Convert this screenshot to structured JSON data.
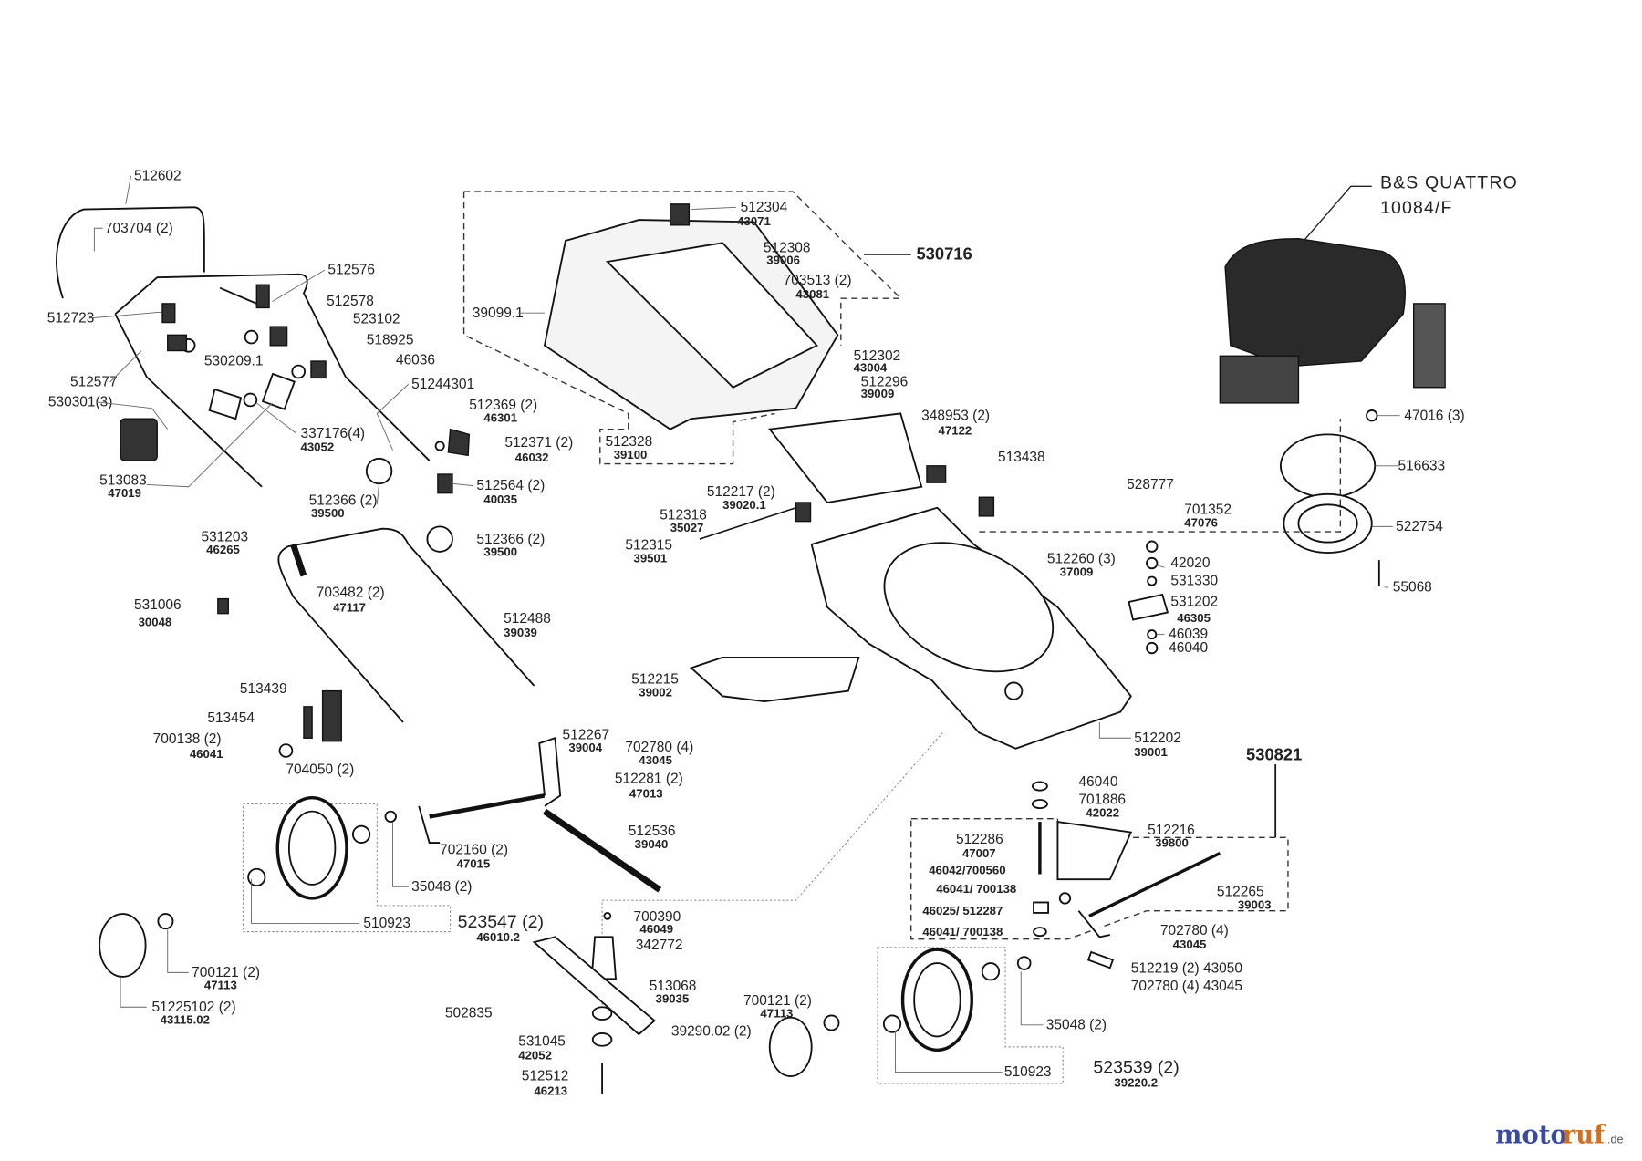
{
  "engine": {
    "model": "B&S  QUATTRO",
    "code": "10084/F"
  },
  "assemblies": {
    "grass_catcher": "530716",
    "rear_flap": "530821",
    "rear_wheel_set": "523547 (2)",
    "rear_wheel_set_sub": "46010.2",
    "front_wheel_set": "523539 (2)",
    "front_wheel_set_sub": "39220.2"
  },
  "logo": {
    "brand_a": "moto",
    "brand_b": "ruf",
    "tld": ".de"
  },
  "callouts": [
    {
      "main": "512602"
    },
    {
      "main": "703704 (2)"
    },
    {
      "main": "512576"
    },
    {
      "main": "512578"
    },
    {
      "main": "523102"
    },
    {
      "main": "512723"
    },
    {
      "main": "518925"
    },
    {
      "main": "46036"
    },
    {
      "main": "512577"
    },
    {
      "main": "530209.1"
    },
    {
      "main": "51244301"
    },
    {
      "main": "530301(3)"
    },
    {
      "main": "512369 (2)",
      "sub": "46301"
    },
    {
      "main": "337176(4)",
      "sub": "43052"
    },
    {
      "main": "512371 (2)",
      "sub": "46032"
    },
    {
      "main": "513083",
      "sub": "47019"
    },
    {
      "main": "512366 (2)",
      "sub": "39500"
    },
    {
      "main": "512564 (2)",
      "sub": "40035"
    },
    {
      "main": "531203",
      "sub": "46265"
    },
    {
      "main": "512366 (2)",
      "sub": "39500"
    },
    {
      "main": "703482 (2)",
      "sub": "47117"
    },
    {
      "main": "531006",
      "sub": "30048"
    },
    {
      "main": "512488",
      "sub": "39039"
    },
    {
      "main": "513439"
    },
    {
      "main": "513454"
    },
    {
      "main": "700138 (2)",
      "sub": "46041"
    },
    {
      "main": "704050 (2)"
    },
    {
      "main": "512304",
      "sub": "43071"
    },
    {
      "main": "512308",
      "sub": "39006"
    },
    {
      "main": "703513 (2)",
      "sub": "43081"
    },
    {
      "main": "39099.1"
    },
    {
      "main": "512302",
      "sub": "43004"
    },
    {
      "main": "512296",
      "sub": "39009"
    },
    {
      "main": "348953 (2)",
      "sub": "47122"
    },
    {
      "main": "512328",
      "sub": "39100"
    },
    {
      "main": "512217 (2)",
      "sub": "39020.1"
    },
    {
      "main": "512318",
      "sub": "35027"
    },
    {
      "main": "512315",
      "sub": "39501"
    },
    {
      "main": "513438"
    },
    {
      "main": "528777"
    },
    {
      "main": "701352",
      "sub": "47076"
    },
    {
      "main": "512260 (3)",
      "sub": "37009"
    },
    {
      "main": "42020"
    },
    {
      "main": "531330"
    },
    {
      "main": "531202",
      "sub": "46305"
    },
    {
      "main": "46039"
    },
    {
      "main": "46040"
    },
    {
      "main": "512215",
      "sub": "39002"
    },
    {
      "main": "512202",
      "sub": "39001"
    },
    {
      "main": "702780 (4)",
      "sub": "43045"
    },
    {
      "main": "47016 (3)"
    },
    {
      "main": "516633"
    },
    {
      "main": "522754"
    },
    {
      "main": "55068"
    },
    {
      "main": "512267",
      "sub": "39004"
    },
    {
      "main": "512281 (2)",
      "sub": "47013"
    },
    {
      "main": "512536",
      "sub": "39040"
    },
    {
      "main": "702160 (2)",
      "sub": "47015"
    },
    {
      "main": "35048 (2)"
    },
    {
      "main": "510923"
    },
    {
      "main": "700390",
      "sub": "46049"
    },
    {
      "main": "342772"
    },
    {
      "main": "513068",
      "sub": "39035"
    },
    {
      "main": "502835"
    },
    {
      "main": "531045",
      "sub": "42052"
    },
    {
      "main": "512512",
      "sub": "46213"
    },
    {
      "main": "700121 (2)",
      "sub": "47113"
    },
    {
      "main": "51225102 (2)",
      "sub": "43115.02"
    },
    {
      "main": "700121 (2)",
      "sub": "47113"
    },
    {
      "main": "39290.02 (2)"
    },
    {
      "main": "46040"
    },
    {
      "main": "701886",
      "sub": "42022"
    },
    {
      "main": "512216",
      "sub": "39800"
    },
    {
      "main": "512286",
      "sub": "47007"
    },
    {
      "main": "46042/700560"
    },
    {
      "main": "46041/ 700138"
    },
    {
      "main": "512265",
      "sub": "39003"
    },
    {
      "main": "46025/ 512287"
    },
    {
      "main": "46041/ 700138"
    },
    {
      "main": "702780 (4)",
      "sub": "43045"
    },
    {
      "main": "512219 (2) 43050"
    },
    {
      "main": "702780 (4) 43045"
    },
    {
      "main": "35048 (2)"
    },
    {
      "main": "510923"
    }
  ]
}
